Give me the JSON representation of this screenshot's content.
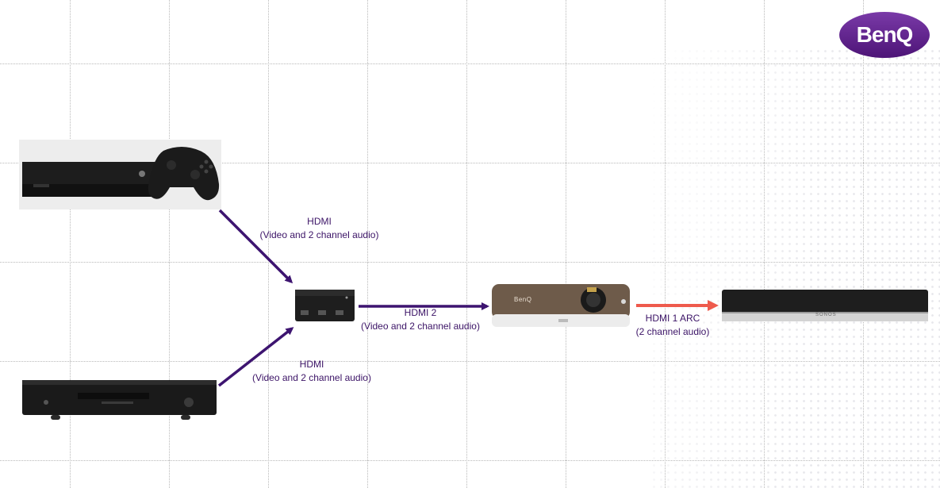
{
  "brand": {
    "logo_text": "BenQ",
    "logo_color": "#5b1e86"
  },
  "connections": [
    {
      "title": "HDMI",
      "subtitle": "(Video and 2 channel audio)"
    },
    {
      "title": "HDMI",
      "subtitle": "(Video and 2 channel audio)"
    },
    {
      "title": "HDMI 2",
      "subtitle": "(Video and 2 channel audio)"
    },
    {
      "title": "HDMI 1 ARC",
      "subtitle": "(2 channel audio)"
    }
  ],
  "devices": {
    "projector_badge": "BenQ",
    "soundbar_badge": "SONOS"
  },
  "colors": {
    "arrow_primary": "#3d1470",
    "arrow_arc": "#ee5a4c",
    "label_text": "#3b1366"
  }
}
